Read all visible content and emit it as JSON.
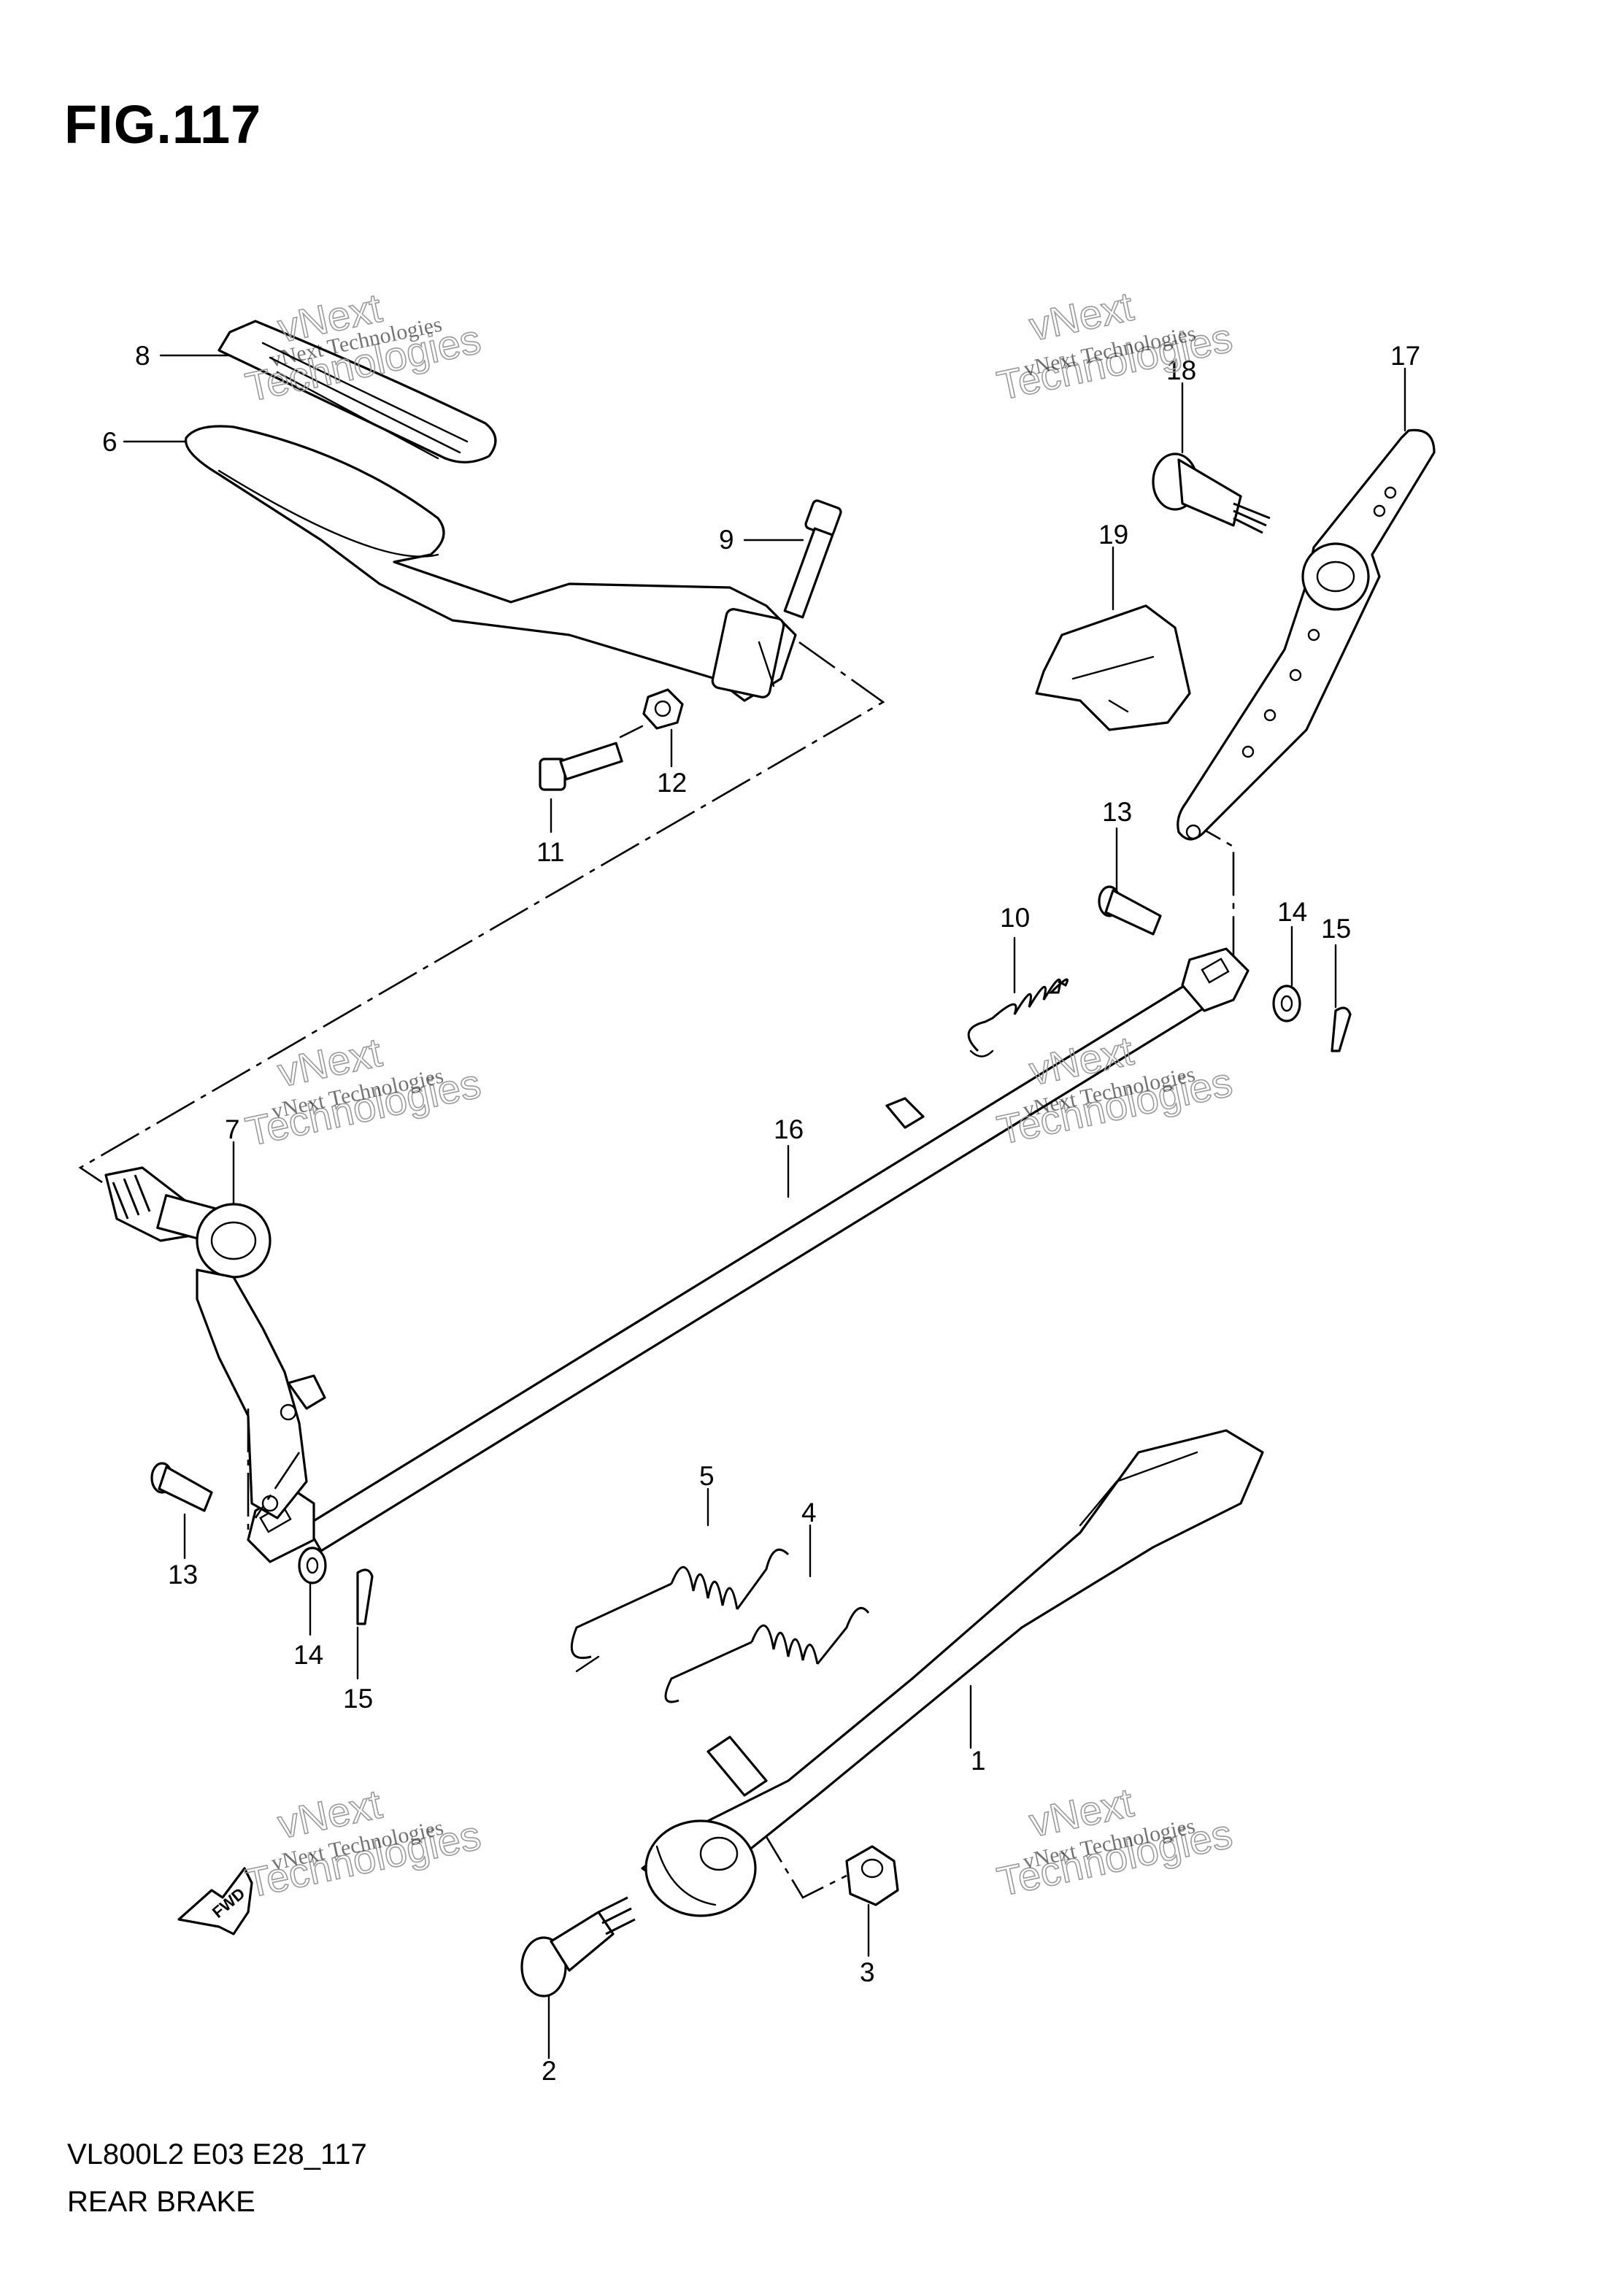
{
  "figure": {
    "title": "FIG.117",
    "model_code": "VL800L2 E03 E28_117",
    "assembly_name": "REAR BRAKE",
    "fwd_label": "FWD"
  },
  "callouts": [
    {
      "id": "c1",
      "label": "1"
    },
    {
      "id": "c2",
      "label": "2"
    },
    {
      "id": "c3",
      "label": "3"
    },
    {
      "id": "c4",
      "label": "4"
    },
    {
      "id": "c5",
      "label": "5"
    },
    {
      "id": "c6",
      "label": "6"
    },
    {
      "id": "c7",
      "label": "7"
    },
    {
      "id": "c8",
      "label": "8"
    },
    {
      "id": "c9",
      "label": "9"
    },
    {
      "id": "c10",
      "label": "10"
    },
    {
      "id": "c11",
      "label": "11"
    },
    {
      "id": "c12",
      "label": "12"
    },
    {
      "id": "c13a",
      "label": "13"
    },
    {
      "id": "c13b",
      "label": "13"
    },
    {
      "id": "c14a",
      "label": "14"
    },
    {
      "id": "c14b",
      "label": "14"
    },
    {
      "id": "c15a",
      "label": "15"
    },
    {
      "id": "c15b",
      "label": "15"
    },
    {
      "id": "c16",
      "label": "16"
    },
    {
      "id": "c17",
      "label": "17"
    },
    {
      "id": "c18",
      "label": "18"
    },
    {
      "id": "c19",
      "label": "19"
    }
  ],
  "watermark": {
    "line_small": "vNext Technologies",
    "line_big_1": "vNext",
    "line_big_2": "Technologies"
  }
}
